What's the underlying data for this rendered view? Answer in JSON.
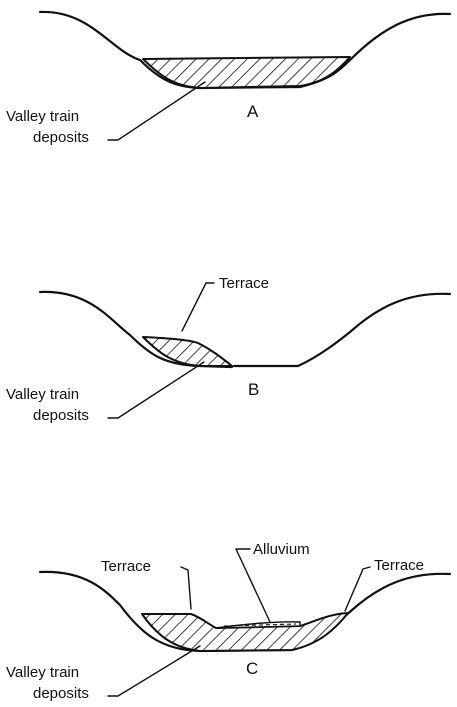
{
  "panels": [
    {
      "id": "A",
      "letter": "A",
      "labels": {
        "deposits_line1": "Valley train",
        "deposits_line2": "deposits"
      }
    },
    {
      "id": "B",
      "letter": "B",
      "labels": {
        "terrace": "Terrace",
        "deposits_line1": "Valley train",
        "deposits_line2": "deposits"
      }
    },
    {
      "id": "C",
      "letter": "C",
      "labels": {
        "terrace_left": "Terrace",
        "alluvium": "Alluvium",
        "terrace_right": "Terrace",
        "deposits_line1": "Valley train",
        "deposits_line2": "deposits"
      }
    }
  ]
}
